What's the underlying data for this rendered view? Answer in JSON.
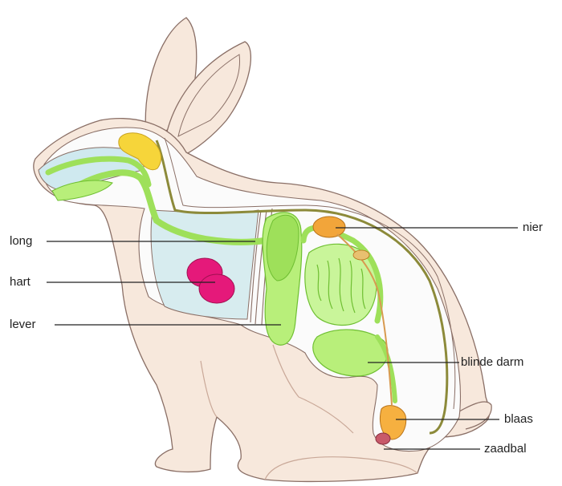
{
  "labels": {
    "long": "long",
    "hart": "hart",
    "lever": "lever",
    "nier": "nier",
    "blinde_darm": "blinde darm",
    "blaas": "blaas",
    "zaadbal": "zaadbal"
  },
  "colors": {
    "body_fill": "#f7e8dc",
    "outline": "#8a6f66",
    "inner_cavity": "#fbfbfb",
    "chest_cavity": "#d7ecef",
    "mouth_cavity": "#cfe9ef",
    "organ_green": "#b8ef7a",
    "organ_green_dark": "#6fbf32",
    "gland_yellow": "#f6d53a",
    "heart": "#e5197a",
    "kidney": "#f2a53a",
    "bladder": "#f6b040",
    "testis": "#c85a6a",
    "spine": "#8c8a3a",
    "leader_line": "#222222"
  }
}
